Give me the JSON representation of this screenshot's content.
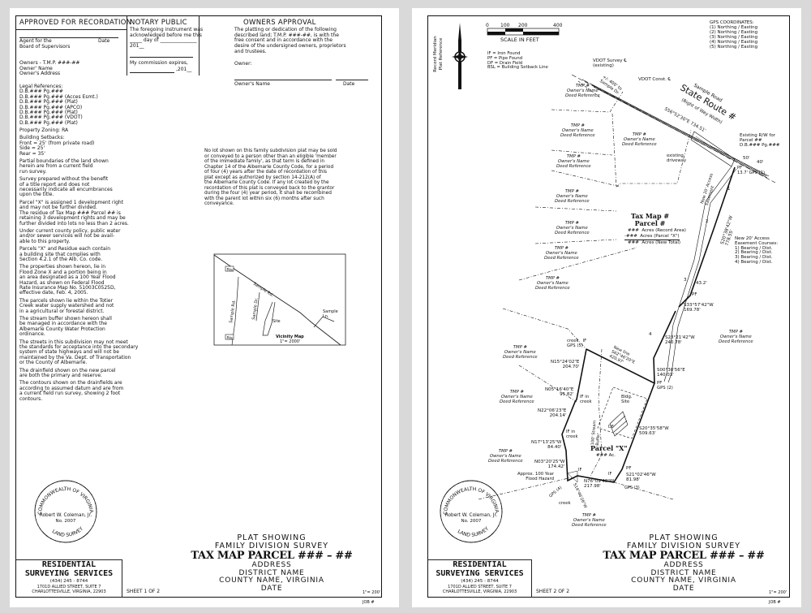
{
  "sheets": [
    {
      "approved": {
        "heading": "APPROVED FOR RECORDATION",
        "agent_lines": "Agent for the\nBoard of Supervisors",
        "date_label": "Date",
        "owners": "Owners - T.M.P. ###-##\nOwner' Name\nOwner's Address",
        "legal": "Legal References:\nD.B.### Pg.###\nD.B.### Pg.### (Acces Esmt.)\nD.B.### Pg.### (Plat)\nD.B.### Pg.### (APCO)\nD.B.### Pg.### (Plat)\nD.B.### Pg.### (VDOT)\nD.B.### Pg.### (Plat)",
        "notes": [
          "Property Zoning: RA",
          "Building Setbacks:\nFront = 25' (from private road)\nSide = 25'\nRear = 35'",
          "Partial boundaries of the land shown\nherein are from a current field\nrun survey.",
          "Survey prepared without the benefit\nof a title report and does not\nnecessarily indicate all encumbrances\nupon the title.",
          "Parcel \"X\" is assigned 1 development right\nand may not be further divided.\nThe residue of Tax Map ### Parcel ## is\nretaining 3 development rights and may be\nfurther divided into lots no less than 2 acres.",
          "Under current county policy, public water\nand/or sewer services will not be avail-\nable to this property.",
          "Parcels \"X\" and Residue each contain\na building site that complies with\nSection 4.2.1 of the Alb. Co. code.",
          "The properties shown hereon, lie in\nFlood Zone X and a portion being in\nan area designated as a 100 Year Flood\nHazard, as shown on Federal Flood\nRate Insurance Map No. 51003C0525D,\neffective date, Feb. 4, 2005.",
          "The parcels shown lie within the Totier\nCreek water supply watershed and not\nin a agricultural or forestal district.",
          "The stream buffer shown hereon shall\nbe managed in accordance with the\nAlbemarle County Water Protection\nordinance.",
          "The streets in this subdivision may not meet\nthe standards for acceptance into the secondary\nsystem of state highways and will not be\nmaintained by the Va. Dept. of Transportation\nor the County of Albemarle.",
          "The drainfield shown on the new parcel\nare both the primary and reserve.",
          "The contours shown on the drainfields are\naccording to assumed datum and are from\na current field run survey, showing 2 foot\ncontours."
        ]
      },
      "notary": {
        "heading": "NOTARY PUBLIC",
        "text": "The foregoing instrument was\nacknowledged before me this\n_____ day of _______________\n201__",
        "commission": "My commission expires,",
        "commission_year": ",201__"
      },
      "owners_approval": {
        "heading": "OWNERS APPROVAL",
        "text": "The platting or dedication of the following\ndescribed land; T.M.P. ###-##, is with the\nfree consent and in accordance with the\ndesire of the undersigned owners, proprietors\nand trustees.",
        "owner_label": "Owner:",
        "owner_name_label": "Owner's Name",
        "date_label": "Date"
      },
      "family_note": "No lot shown on this family subdivision plat may be sold\nor conveyed to a person other than an eligible 'member\nof the immediate family', as that term is defined in\nChapter 14 of the Albemarle County Code, for a period\nof four (4) years after the date of recordation of this\nplat except as authorized by section 14-212(A) of\nthe Albemarle County Code. If any lot created by the\nrecordation of this plat is conveyed back to the grantor\nduring the four (4) year period, it shall be recombined\nwith the parent lot within six (6) months after such\nconveyance.",
      "vicinity_map": {
        "rte1": "Rte",
        "rte2": "Rte",
        "road1": "Sample Rd.",
        "road2": "Sample Rd.",
        "road3": "Sample Dr.",
        "lane": "Sample\nLn.",
        "site": "Site",
        "title": "Vicinity Map",
        "scale": "1\"= 2000'"
      },
      "sheet_label": "SHEET 1 OF 2"
    },
    {
      "sheet_label": "SHEET 2 OF 2"
    }
  ],
  "seal": {
    "top": "COMMONWEALTH OF VIRGINIA",
    "bottom": "LAND SURVEYOR",
    "name": "Robert W. Coleman, Jr.",
    "number": "No. 2007"
  },
  "company": {
    "name1": "RESIDENTIAL",
    "name2": "SURVEYING SERVICES",
    "phone": "(434) 245 - 8744",
    "address1": "1701D ALLIED STREET, SUITE 7",
    "address2": "CHARLOTTESVILLE, VIRGINIA, 22903"
  },
  "title_block": {
    "line1": "PLAT SHOWING",
    "line2": "FAMILY DIVISION SURVEY",
    "main": "TAX MAP PARCEL ### – ##",
    "address": "ADDRESS",
    "district": "DISTRICT NAME",
    "county": "COUNTY NAME, VIRGINIA",
    "date": "DATE",
    "scale": "1\"= 200'",
    "job": "JOB #"
  },
  "plat": {
    "meridian": "Record Meridian\nPlat Reference",
    "scale_ticks": [
      "0",
      "100",
      "200",
      "400"
    ],
    "scale_label": "SCALE IN FEET",
    "legend": "IF = Iron Found\nPF = Pipe Found\nDF = Drain Field\nBSL = Building Setback Line",
    "gps": "GPS COORDINATES:\n(1) Northing / Easting\n(2) Northing / Easting\n(3) Northing / Easting\n(4) Northing / Easting\n(5) Northing / Easting",
    "vdot_survey": "VDOT Survey ℄\n(existing)",
    "vdot_const": "VDOT Const. ℄",
    "sample_dr": "+/- 400' to\nSample Dr.",
    "road_name": "Sample Road",
    "route": "State Route #",
    "row": "(Right of Way Width)",
    "road_bearing": "S56°52'30\"E 734.51'",
    "existing_rw": "Existing R/W for\nParcel ##\nD.B.### Pg.###",
    "existing_driveway": "existing\ndriveway",
    "dim_50": "50'",
    "dim_40": "40'",
    "pf_gps1": "PF\n13.7' GPS (1)",
    "new_easement": "New 20' Access\nEasement",
    "easement_courses": "New 20' Access\nEasement Courses:\n1) Bearing / Dist.\n2) Bearing / Dist.\n3) Bearing / Dist.\n4) Bearing / Dist.",
    "course_nums": [
      "1",
      "2",
      "3",
      "4"
    ],
    "tax_map_title": "Tax Map #\nParcel #",
    "acres": [
      "###  Acres (Record Area)",
      "-###  Acres (Parcel \"X\")",
      "###  Acres (New Total)"
    ],
    "bearings": {
      "b778": "S20°38'42\"W\n778.55'",
      "b43": "43.2'",
      "b33": "S33°57'42\"W\n169.78'",
      "b23": "S23°21'42\"W\n240.78'",
      "b00": "S00°30'56\"E\n140.03'",
      "newline": "New line\nS62°46'20\"E\n420.97'",
      "n15": "N15°24'02\"E\n204.70'",
      "n05": "N05°16'40\"E\n95.82'",
      "n22": "N22°06'23\"E\n204.14'",
      "n17": "N17°13'25\"W\n84.40'",
      "n03": "N03°20'25\"W\n174.42'",
      "s20": "S20°35'58\"W\n509.63'",
      "s21": "S21°02'46\"W\n81.98'",
      "n76": "N76°09'48\"W\n217.98'",
      "s14": "S14°46'26\"W"
    },
    "pf_label": "PF",
    "pf_gps2": "PF\nGPS (2)",
    "if_gps5": "creek   IF\nGPS (5)",
    "if_creek1": "IF in\ncreek",
    "if_creek2": "IF in\ncreek",
    "creek": "creek",
    "gps4": "GPS (4)",
    "gps3": "GPS (3)",
    "if": "IF",
    "flood": "Approx. 100 Year\nFlood Hazard",
    "stream_buffer": "100' Stream\nBuffer",
    "bldg_site": "Bldg.\nSite",
    "df": "DF",
    "parcel_x": "Parcel \"X\"",
    "parcel_x_ac": "### Ac.",
    "neighbors": "TMP #\nOwner's Name\nDeed Reference"
  }
}
